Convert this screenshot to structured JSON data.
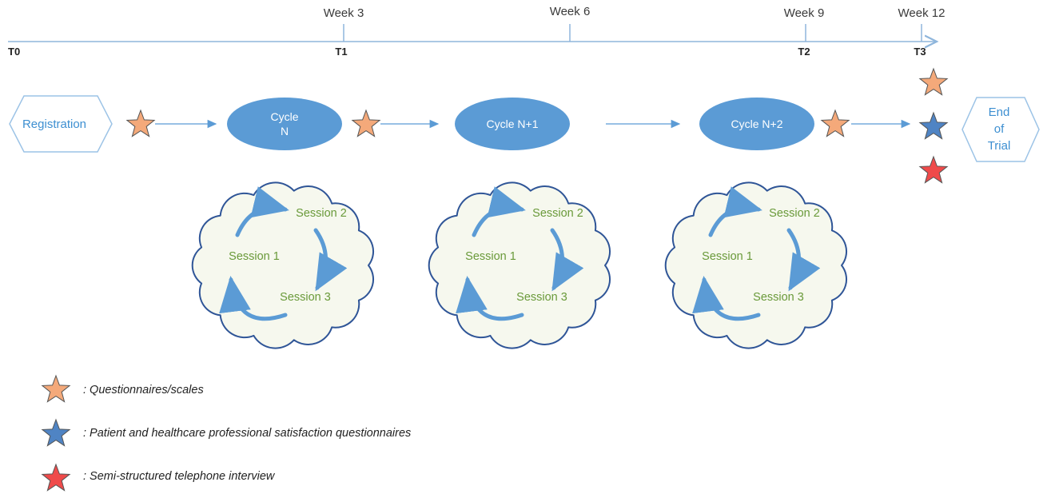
{
  "timeline": {
    "weeks": [
      "Week 3",
      "Week 6",
      "Week 9",
      "Week 12"
    ],
    "timepoints": [
      "T0",
      "T1",
      "T2",
      "T3"
    ]
  },
  "flow": {
    "registration": "Registration",
    "end_of_trial": [
      "End",
      "of",
      "Trial"
    ],
    "cycles": [
      {
        "lines": [
          "Cycle",
          "N"
        ]
      },
      {
        "lines": [
          "Cycle N+1"
        ]
      },
      {
        "lines": [
          "Cycle N+2"
        ]
      }
    ]
  },
  "sessions": [
    "Session 1",
    "Session 2",
    "Session 3"
  ],
  "legend": [
    {
      "label": ": Questionnaires/scales",
      "color": "#f4a97a"
    },
    {
      "label": ": Patient and healthcare professional satisfaction questionnaires",
      "color": "#4f84c4"
    },
    {
      "label": ": Semi-structured telephone interview",
      "color": "#ef4a4a"
    }
  ],
  "colors": {
    "accent_blue": "#5b9bd5",
    "timeline_line": "#8fb6dc",
    "cloud_fill": "#f6f8ee",
    "cloud_stroke": "#2f5597",
    "session_text": "#6a9a3a",
    "star_orange": "#f4a97a",
    "star_blue": "#4f84c4",
    "star_red": "#ef4a4a"
  }
}
